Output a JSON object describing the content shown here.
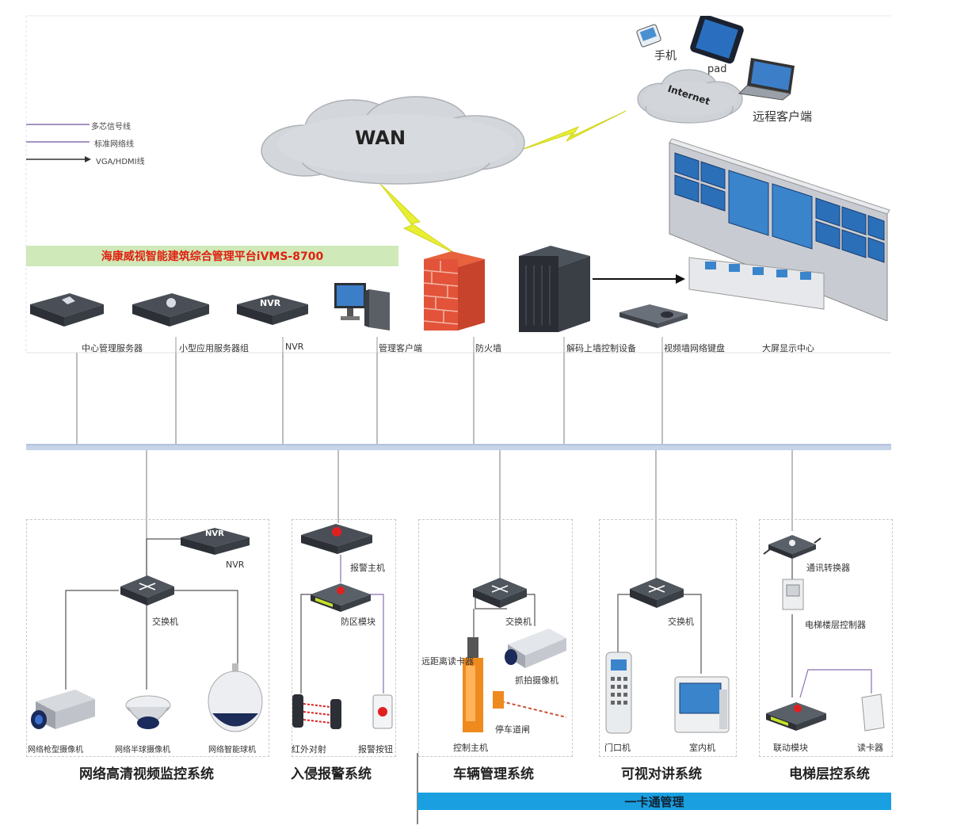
{
  "legend": {
    "items": [
      {
        "label": "多芯信号线",
        "color": "#8a6fb0"
      },
      {
        "label": "标准网络线",
        "color": "#8a6fb0"
      },
      {
        "label": "VGA/HDMI线",
        "color": "#333333"
      }
    ]
  },
  "cloud": {
    "wan": "WAN",
    "internet": "Internet"
  },
  "remote": {
    "phone": "手机",
    "pad": "pad",
    "client": "远程客户端"
  },
  "platform": {
    "title": "海康威视智能建筑综合管理平台iVMS-8700"
  },
  "top_devices": [
    {
      "label": "中心管理服务器"
    },
    {
      "label": "小型应用服务器组"
    },
    {
      "label": "NVR"
    },
    {
      "label": "管理客户端"
    },
    {
      "label": "防火墙"
    },
    {
      "label": "解码上墙控制设备"
    },
    {
      "label": "视频墙网络键盘"
    },
    {
      "label": "大屏显示中心"
    }
  ],
  "nvr_badge": "NVR",
  "systems": {
    "cctv": {
      "title": "网络高清视频监控系统",
      "nvr": "NVR",
      "switch": "交换机",
      "cams": [
        "网络枪型摄像机",
        "网络半球摄像机",
        "网络智能球机"
      ]
    },
    "alarm": {
      "title": "入侵报警系统",
      "host": "报警主机",
      "module": "防区模块",
      "ir": "红外对射",
      "button": "报警按钮"
    },
    "vehicle": {
      "title": "车辆管理系统",
      "switch": "交换机",
      "reader": "远距离读卡器",
      "camera": "抓拍摄像机",
      "barrier": "停车道闸",
      "controller": "控制主机"
    },
    "intercom": {
      "title": "可视对讲系统",
      "switch": "交换机",
      "door": "门口机",
      "indoor": "室内机"
    },
    "elevator": {
      "title": "电梯层控系统",
      "converter": "通讯转换器",
      "floor": "电梯楼层控制器",
      "linkage": "联动模块",
      "reader": "读卡器"
    }
  },
  "card_bar": "一卡通管理"
}
